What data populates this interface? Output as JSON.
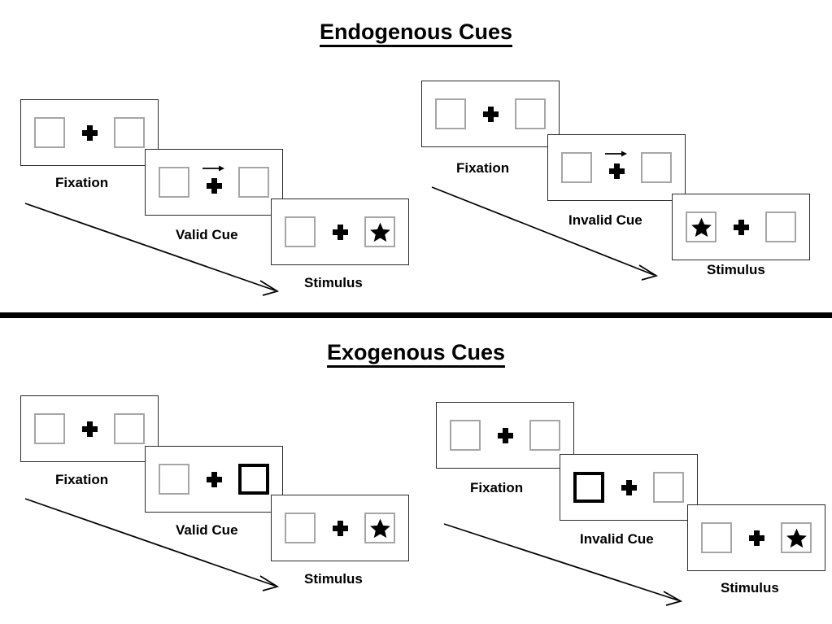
{
  "sections": [
    {
      "id": "endogenous",
      "title": "Endogenous Cues",
      "sequences": [
        {
          "id": "endogenous-valid",
          "frames": [
            {
              "caption": "Fixation",
              "cue": "none",
              "cue_side": "none",
              "target": "none",
              "target_side": "none"
            },
            {
              "caption": "Valid Cue",
              "cue": "arrow",
              "cue_side": "right",
              "target": "none",
              "target_side": "none"
            },
            {
              "caption": "Stimulus",
              "cue": "none",
              "cue_side": "none",
              "target": "star",
              "target_side": "right"
            }
          ]
        },
        {
          "id": "endogenous-invalid",
          "frames": [
            {
              "caption": "Fixation",
              "cue": "none",
              "cue_side": "none",
              "target": "none",
              "target_side": "none"
            },
            {
              "caption": "Invalid Cue",
              "cue": "arrow",
              "cue_side": "right",
              "target": "none",
              "target_side": "none"
            },
            {
              "caption": "Stimulus",
              "cue": "none",
              "cue_side": "none",
              "target": "star",
              "target_side": "left"
            }
          ]
        }
      ]
    },
    {
      "id": "exogenous",
      "title": "Exogenous Cues",
      "sequences": [
        {
          "id": "exogenous-valid",
          "frames": [
            {
              "caption": "Fixation",
              "cue": "none",
              "cue_side": "none",
              "target": "none",
              "target_side": "none"
            },
            {
              "caption": "Valid Cue",
              "cue": "box",
              "cue_side": "right",
              "target": "none",
              "target_side": "none"
            },
            {
              "caption": "Stimulus",
              "cue": "none",
              "cue_side": "none",
              "target": "star",
              "target_side": "right"
            }
          ]
        },
        {
          "id": "exogenous-invalid",
          "frames": [
            {
              "caption": "Fixation",
              "cue": "none",
              "cue_side": "none",
              "target": "none",
              "target_side": "none"
            },
            {
              "caption": "Invalid Cue",
              "cue": "box",
              "cue_side": "left",
              "target": "none",
              "target_side": "none"
            },
            {
              "caption": "Stimulus",
              "cue": "none",
              "cue_side": "none",
              "target": "star",
              "target_side": "right"
            }
          ]
        }
      ]
    }
  ],
  "icons": {
    "star": "star-icon",
    "fixation_cross": "fixation-cross-icon",
    "cue_arrow": "right-arrow-cue-icon",
    "time_arrow": "time-progression-arrow-icon"
  },
  "colors": {
    "box_border": "#a6a6a6",
    "cued_box_border": "#000000",
    "panel_border": "#2b2b2b",
    "ink": "#000000",
    "background": "#ffffff"
  }
}
